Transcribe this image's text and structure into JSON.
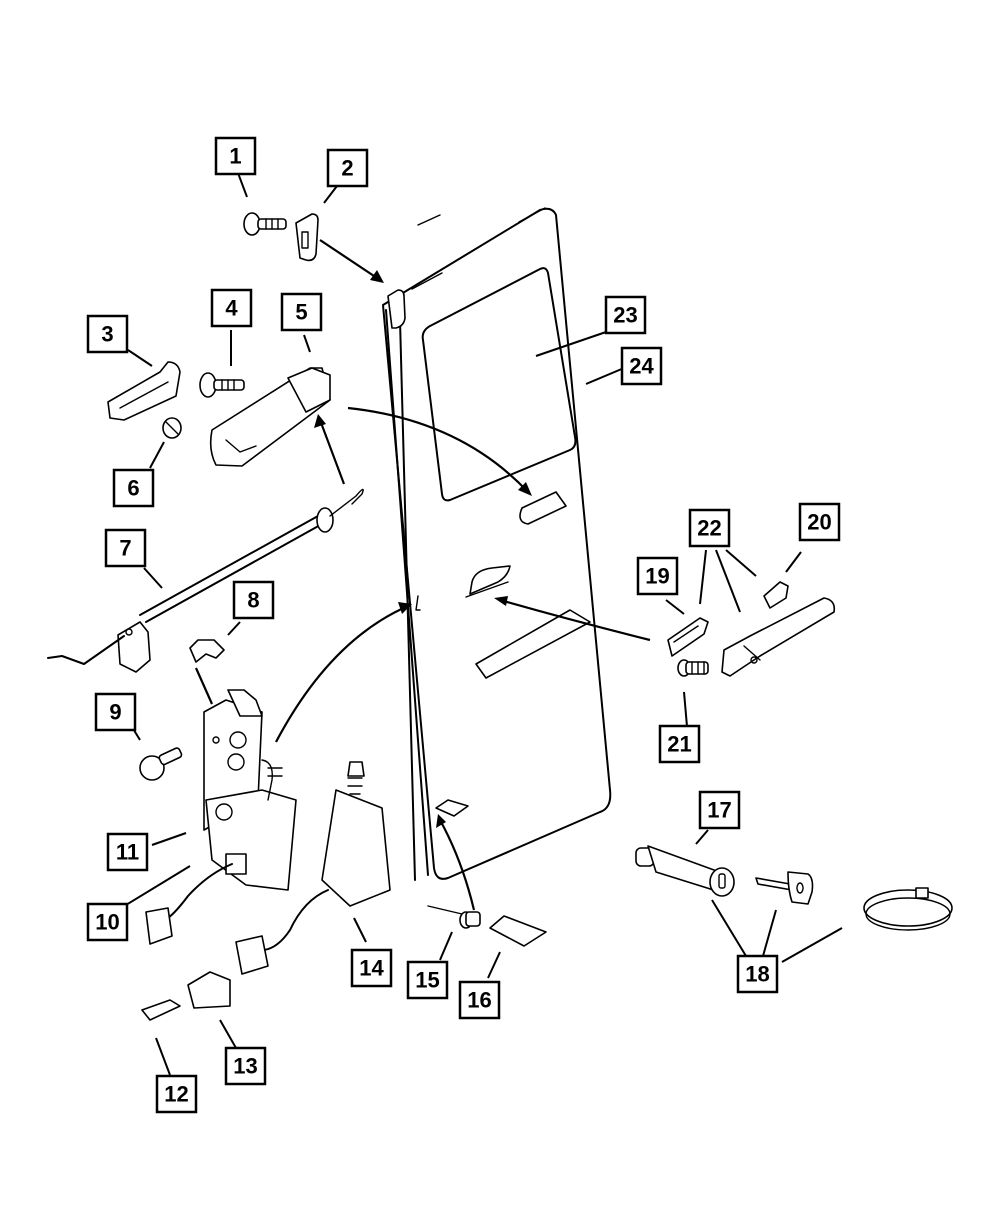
{
  "diagram": {
    "type": "parts-exploded-view",
    "subject": "rear door with lock, latch and handle components",
    "callouts": [
      {
        "id": "c1",
        "label": "1",
        "part": "screw"
      },
      {
        "id": "c2",
        "label": "2",
        "part": "striker"
      },
      {
        "id": "c3",
        "label": "3",
        "part": "bracket"
      },
      {
        "id": "c4",
        "label": "4",
        "part": "screw"
      },
      {
        "id": "c5",
        "label": "5",
        "part": "inside handle"
      },
      {
        "id": "c6",
        "label": "6",
        "part": "clip"
      },
      {
        "id": "c7",
        "label": "7",
        "part": "cable"
      },
      {
        "id": "c8",
        "label": "8",
        "part": "clip"
      },
      {
        "id": "c9",
        "label": "9",
        "part": "screw"
      },
      {
        "id": "c10",
        "label": "10",
        "part": "latch"
      },
      {
        "id": "c11",
        "label": "11",
        "part": "latch"
      },
      {
        "id": "c12",
        "label": "12",
        "part": "terminal"
      },
      {
        "id": "c13",
        "label": "13",
        "part": "connector"
      },
      {
        "id": "c14",
        "label": "14",
        "part": "actuator"
      },
      {
        "id": "c15",
        "label": "15",
        "part": "pin"
      },
      {
        "id": "c16",
        "label": "16",
        "part": "bracket"
      },
      {
        "id": "c17",
        "label": "17",
        "part": "lock cylinder"
      },
      {
        "id": "c18",
        "label": "18",
        "part": "lock kit"
      },
      {
        "id": "c19",
        "label": "19",
        "part": "gasket"
      },
      {
        "id": "c20",
        "label": "20",
        "part": "retainer"
      },
      {
        "id": "c21",
        "label": "21",
        "part": "screw"
      },
      {
        "id": "c22",
        "label": "22",
        "part": "outside handle"
      },
      {
        "id": "c23",
        "label": "23",
        "part": "glass"
      },
      {
        "id": "c24",
        "label": "24",
        "part": "door"
      }
    ]
  }
}
